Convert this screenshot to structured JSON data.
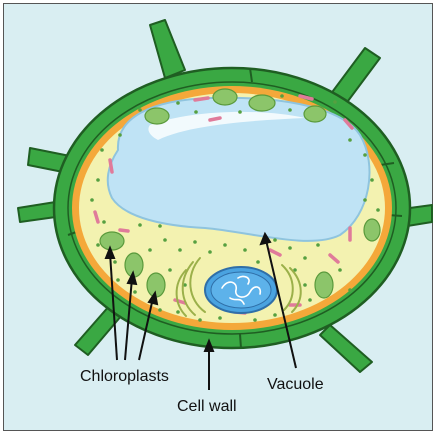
{
  "labels": {
    "chloroplasts": "Chloroplasts",
    "vacuole": "Vacuole",
    "cell_wall": "Cell wall"
  },
  "colors": {
    "background": "#d9eef2",
    "cell_wall_green": "#3aa843",
    "wall_dark_outline": "#1f5e22",
    "membrane_orange": "#f4a83a",
    "cytoplasm": "#f3f2b0",
    "vacuole_blue": "#bfe3f5",
    "chloroplast_green": "#8cc56a",
    "nucleus_blue": "#4aa3e0",
    "organelle_pink": "#e07b9a",
    "granule_green": "#56a040"
  }
}
